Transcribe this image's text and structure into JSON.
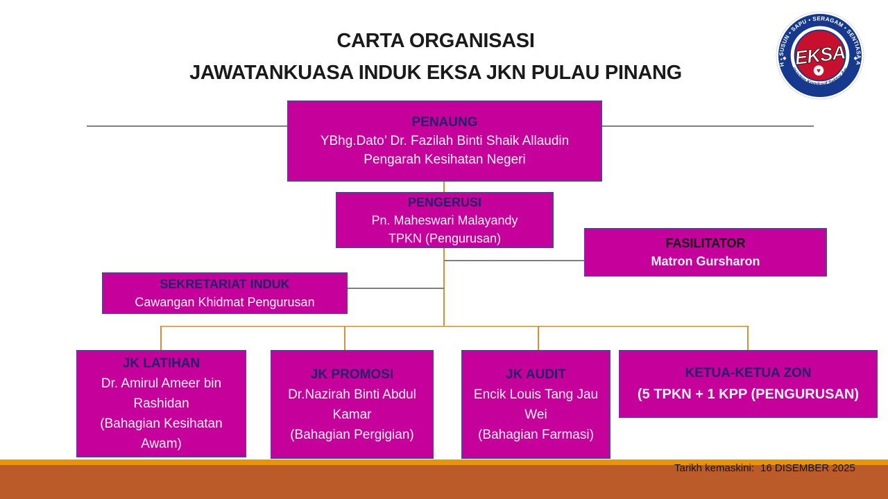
{
  "title": {
    "line1": "CARTA ORGANISASI",
    "line2": "JAWATANKUASA INDUK EKSA JKN PULAU PINANG"
  },
  "logo": {
    "arc_top": "SISIH • SUSUN • SAPU • SERAGAM • SENTIASA AMAL",
    "arc_bottom": "Ekosistem Kondusif Sektor Awam",
    "acronym": "EKSA",
    "heart": "♥",
    "diamond": "◆"
  },
  "org": {
    "penaung": {
      "title": "PENAUNG",
      "line1": "YBhg.Dato’ Dr. Fazilah Binti Shaik Allaudin",
      "line2": "Pengarah Kesihatan Negeri"
    },
    "pengerusi": {
      "title": "PENGERUSI",
      "line1": "Pn. Maheswari Malayandy",
      "line2": "TPKN (Pengurusan)"
    },
    "fasilitator": {
      "title": "FASILITATOR",
      "line1": "Matron Gursharon"
    },
    "sekretariat": {
      "title": "SEKRETARIAT INDUK",
      "line1": "Cawangan Khidmat Pengurusan"
    },
    "jk_latihan": {
      "title": "JK LATIHAN",
      "line1": "Dr. Amirul Ameer bin Rashidan",
      "line2": "(Bahagian Kesihatan Awam)"
    },
    "jk_promosi": {
      "title": "JK PROMOSI",
      "line1": "Dr.Nazirah Binti Abdul Kamar",
      "line2": "(Bahagian Pergigian)"
    },
    "jk_audit": {
      "title": "JK AUDIT",
      "line1": "Encik Louis Tang Jau Wei",
      "line2": "(Bahagian Farmasi)"
    },
    "ketua_zon": {
      "title": "KETUA-KETUA ZON",
      "line1": "(5 TPKN + 1 KPP  (PENGURUSAN)"
    }
  },
  "footer": {
    "label": "Tarikh kemaskini:",
    "date": "16 DISEMBER 2025"
  },
  "colors": {
    "box_fill": "#C5009B",
    "box_border": "#7030A0",
    "box_header_text": "#23216B",
    "box_body_text": "#FBF2F9",
    "connector_orange": "#D98F33",
    "distribution_line": "#E7A74F",
    "line_gray": "#7F7F7F",
    "footer_strip": "#E8940B",
    "footer_bar": "#BB5B2A"
  }
}
